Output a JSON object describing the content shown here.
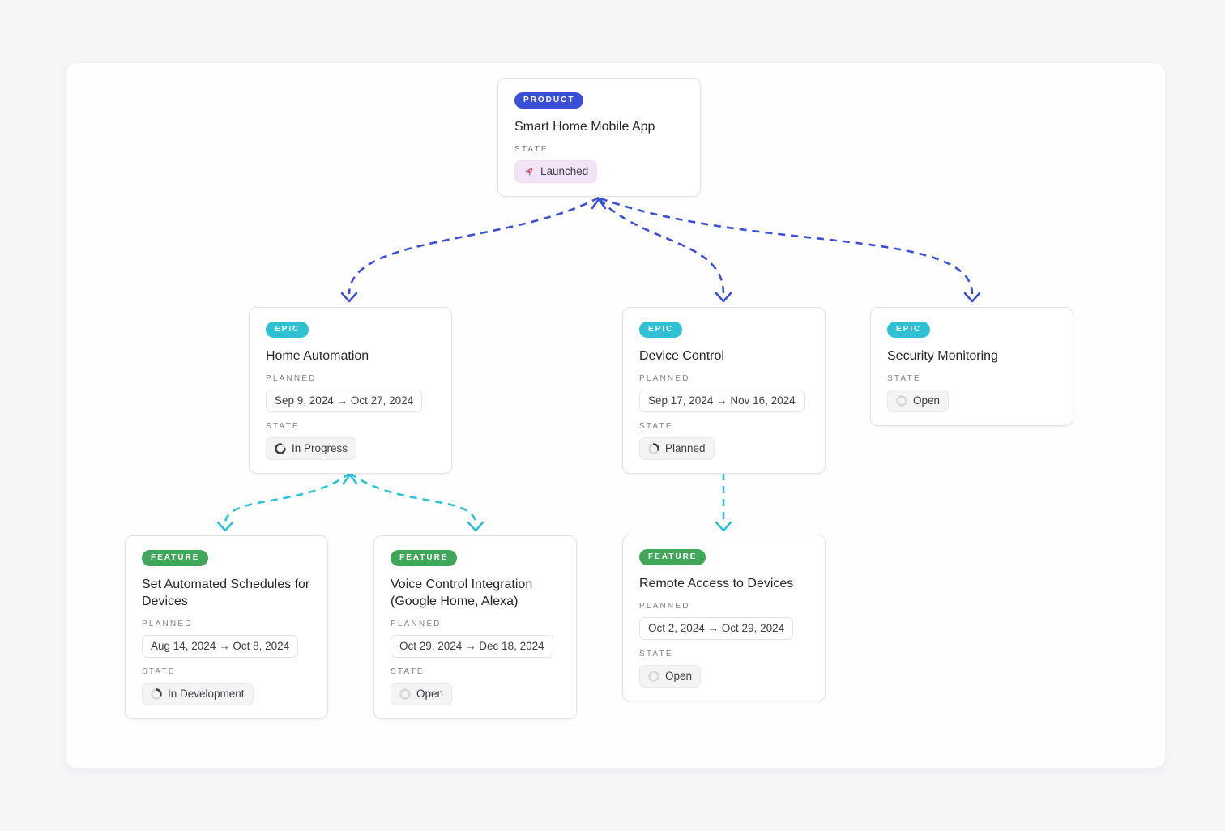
{
  "page": {
    "background": "#f5f6f8",
    "panel_background": "#ffffff"
  },
  "labels": {
    "planned": "PLANNED",
    "state": "STATE"
  },
  "colors": {
    "product_badge": "#3a4ed6",
    "epic_badge": "#2fc0d4",
    "feature_badge": "#3fa65a",
    "edge_product_to_epic": "#3b4fd6",
    "edge_epic_to_feature": "#2bc2d8",
    "launched_pill_bg": "#f2e3f6",
    "state_pill_bg": "#f4f4f5"
  },
  "nodes": {
    "product": {
      "type_label": "PRODUCT",
      "title": "Smart Home Mobile App",
      "state": "Launched",
      "state_icon": "rocket"
    },
    "epic_home_automation": {
      "type_label": "EPIC",
      "title": "Home Automation",
      "planned_range": "Sep 9, 2024 → Oct 27, 2024",
      "state": "In Progress",
      "state_icon": "in-progress-ring"
    },
    "epic_device_control": {
      "type_label": "EPIC",
      "title": "Device Control",
      "planned_range": "Sep 17, 2024 → Nov 16, 2024",
      "state": "Planned",
      "state_icon": "partial-ring"
    },
    "epic_security_monitoring": {
      "type_label": "EPIC",
      "title": "Security Monitoring",
      "state": "Open",
      "state_icon": "open-ring"
    },
    "feature_schedules": {
      "type_label": "FEATURE",
      "title": "Set Automated Schedules for Devices",
      "planned_range": "Aug 14, 2024 → Oct 8, 2024",
      "state": "In Development",
      "state_icon": "partial-ring"
    },
    "feature_voice_control": {
      "type_label": "FEATURE",
      "title": "Voice Control Integration (Google Home, Alexa)",
      "planned_range": "Oct 29, 2024 → Dec 18, 2024",
      "state": "Open",
      "state_icon": "open-ring"
    },
    "feature_remote_access": {
      "type_label": "FEATURE",
      "title": "Remote Access to Devices",
      "planned_range": "Oct 2, 2024 → Oct 29, 2024",
      "state": "Open",
      "state_icon": "open-ring"
    }
  },
  "edges": [
    {
      "from": "product",
      "to": "epic_home_automation"
    },
    {
      "from": "product",
      "to": "epic_device_control"
    },
    {
      "from": "product",
      "to": "epic_security_monitoring"
    },
    {
      "from": "epic_home_automation",
      "to": "feature_schedules"
    },
    {
      "from": "epic_home_automation",
      "to": "feature_voice_control"
    },
    {
      "from": "epic_device_control",
      "to": "feature_remote_access"
    }
  ]
}
